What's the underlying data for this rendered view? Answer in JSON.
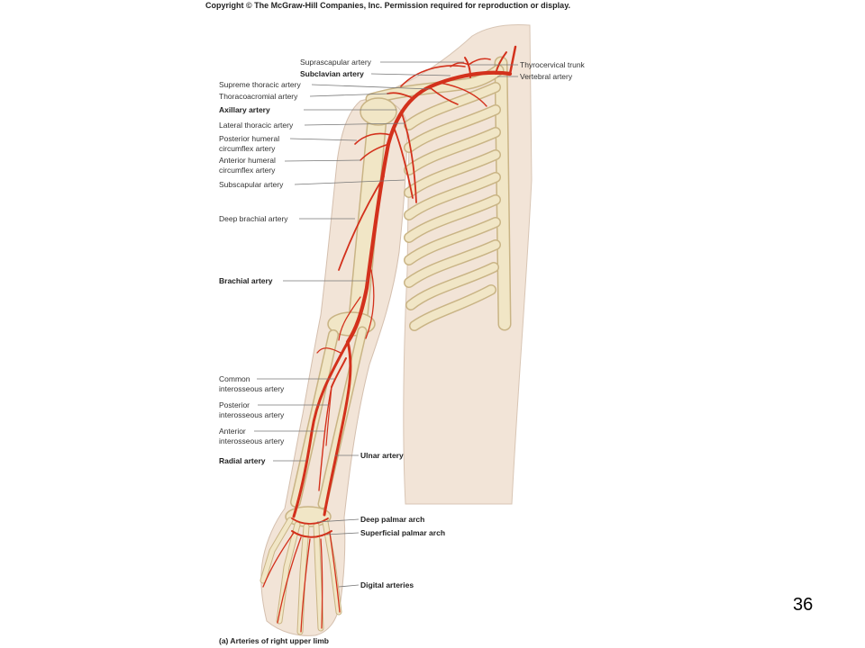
{
  "slide": {
    "copyright": "Copyright © The McGraw-Hill Companies, Inc. Permission required for reproduction or display.",
    "page_number": "36",
    "caption": "(a) Arteries of right upper limb"
  },
  "labels": {
    "suprascapular": "Suprascapular artery",
    "subclavian": "Subclavian artery",
    "supreme_thoracic": "Supreme thoracic artery",
    "thoracoacromial": "Thoracoacromial artery",
    "axillary": "Axillary artery",
    "lateral_thoracic": "Lateral thoracic artery",
    "posterior_humeral_circumflex": [
      "Posterior humeral",
      "circumflex artery"
    ],
    "anterior_humeral_circumflex": [
      "Anterior humeral",
      "circumflex artery"
    ],
    "subscapular": "Subscapular artery",
    "deep_brachial": "Deep brachial artery",
    "brachial": "Brachial artery",
    "common_interosseous": [
      "Common",
      "interosseous artery"
    ],
    "posterior_interosseous": [
      "Posterior",
      "interosseous artery"
    ],
    "anterior_interosseous": [
      "Anterior",
      "interosseous artery"
    ],
    "radial": "Radial artery",
    "thyrocervical_trunk": "Thyrocervical trunk",
    "vertebral": "Vertebral artery",
    "ulnar": "Ulnar artery",
    "deep_palmar_arch": "Deep palmar arch",
    "superficial_palmar_arch": "Superficial palmar arch",
    "digital": "Digital arteries"
  },
  "colors": {
    "artery": "#d3311c",
    "bone": "#f1e6c6",
    "skin": "#f2e4d7",
    "leader_line": "#777777",
    "label_text": "#333333"
  }
}
